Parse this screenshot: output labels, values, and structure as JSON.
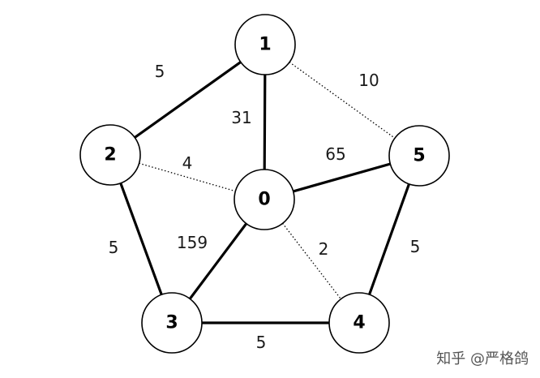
{
  "graph": {
    "nodes": [
      "0",
      "1",
      "2",
      "3",
      "4",
      "5"
    ],
    "edges": [
      {
        "from": "1",
        "to": "2",
        "weight": "5",
        "style": "solid"
      },
      {
        "from": "1",
        "to": "5",
        "weight": "10",
        "style": "dotted"
      },
      {
        "from": "1",
        "to": "0",
        "weight": "31",
        "style": "solid"
      },
      {
        "from": "2",
        "to": "0",
        "weight": "4",
        "style": "dotted"
      },
      {
        "from": "0",
        "to": "5",
        "weight": "65",
        "style": "solid"
      },
      {
        "from": "2",
        "to": "3",
        "weight": "5",
        "style": "solid"
      },
      {
        "from": "0",
        "to": "3",
        "weight": "159",
        "style": "solid"
      },
      {
        "from": "0",
        "to": "4",
        "weight": "2",
        "style": "dotted"
      },
      {
        "from": "5",
        "to": "4",
        "weight": "5",
        "style": "solid"
      },
      {
        "from": "3",
        "to": "4",
        "weight": "5",
        "style": "solid"
      }
    ]
  },
  "watermark": "知乎 @严格鸽"
}
